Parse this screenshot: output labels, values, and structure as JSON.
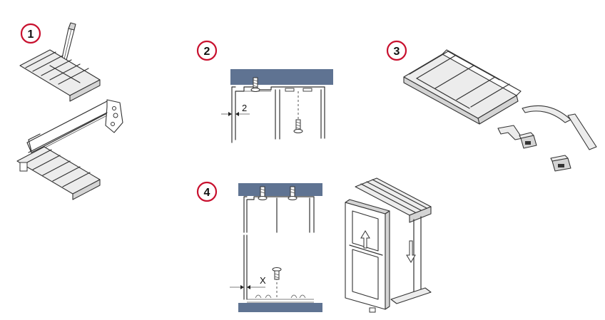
{
  "steps": [
    {
      "number": "1"
    },
    {
      "number": "2"
    },
    {
      "number": "3"
    },
    {
      "number": "4"
    }
  ],
  "dimensions": {
    "gap_label": "2",
    "offset_label": "X"
  },
  "colors": {
    "badge_ring": "#c8102e",
    "ceiling_floor": "#5f7392",
    "line": "#333333"
  },
  "icons": [
    "hacksaw-icon",
    "pencil-icon",
    "screw-icon",
    "arrow-up-icon",
    "arrow-down-icon"
  ]
}
